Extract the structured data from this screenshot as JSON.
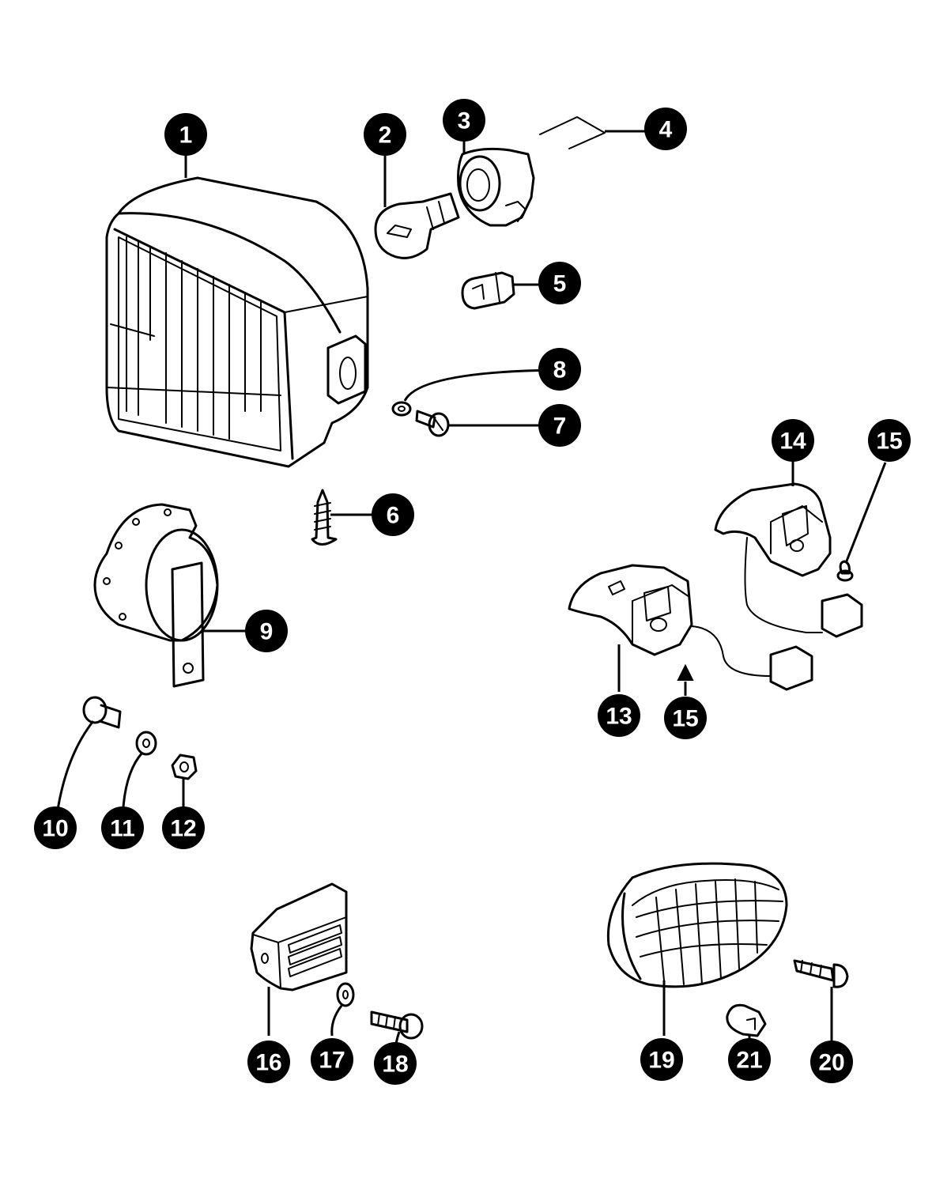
{
  "callouts": [
    {
      "id": "c1",
      "label": "1"
    },
    {
      "id": "c2",
      "label": "2"
    },
    {
      "id": "c3",
      "label": "3"
    },
    {
      "id": "c4",
      "label": "4"
    },
    {
      "id": "c5",
      "label": "5"
    },
    {
      "id": "c6",
      "label": "6"
    },
    {
      "id": "c7",
      "label": "7"
    },
    {
      "id": "c8",
      "label": "8"
    },
    {
      "id": "c9",
      "label": "9"
    },
    {
      "id": "c10",
      "label": "10"
    },
    {
      "id": "c11",
      "label": "11"
    },
    {
      "id": "c12",
      "label": "12"
    },
    {
      "id": "c13",
      "label": "13"
    },
    {
      "id": "c14",
      "label": "14"
    },
    {
      "id": "c15a",
      "label": "15"
    },
    {
      "id": "c15b",
      "label": "15"
    },
    {
      "id": "c16",
      "label": "16"
    },
    {
      "id": "c17",
      "label": "17"
    },
    {
      "id": "c18",
      "label": "18"
    },
    {
      "id": "c19",
      "label": "19"
    },
    {
      "id": "c20",
      "label": "20"
    },
    {
      "id": "c21",
      "label": "21"
    }
  ]
}
